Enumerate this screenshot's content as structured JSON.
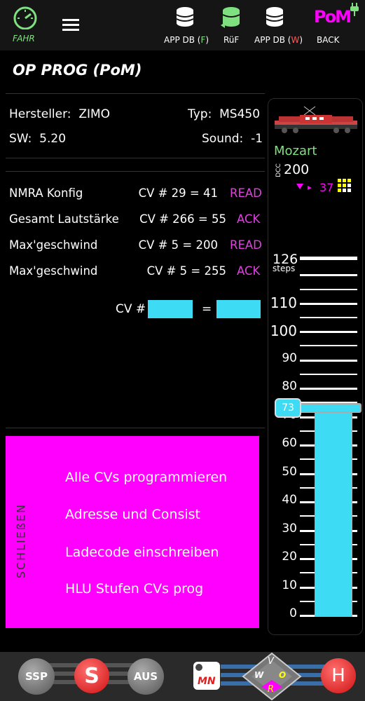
{
  "topbar": {
    "fahr_label": "FAHR",
    "app_db_f_prefix": "APP DB (",
    "app_db_f_suffix": "F",
    "app_db_w_prefix": "APP DB (",
    "app_db_w_suffix": "W",
    "ruf_label": "RüF",
    "back_label": "BACK",
    "pm_logo": "PoM"
  },
  "title": "OP PROG (PoM)",
  "decoder": {
    "hersteller_label": "Hersteller:",
    "hersteller_value": "ZIMO",
    "typ_label": "Typ:",
    "typ_value": "MS450",
    "sw_label": "SW:",
    "sw_value": "5.20",
    "sound_label": "Sound:",
    "sound_value": "-1"
  },
  "cv_rows": [
    {
      "name": "NMRA Konfig",
      "cv": "CV # 29 = 41",
      "status": "READ"
    },
    {
      "name": "Gesamt Lautstärke",
      "cv": "CV # 266 = 55",
      "status": "ACK"
    },
    {
      "name": "Max'geschwind",
      "cv": "CV # 5 = 200",
      "status": "READ"
    },
    {
      "name": "Max'geschwind",
      "cv": "CV # 5 = 255",
      "status": "ACK"
    }
  ],
  "cv_input": {
    "label": "CV #",
    "equals": "="
  },
  "menu": {
    "close_label": "SCHLIEßEN",
    "items": [
      "Alle CVs programmieren",
      "Adresse und Consist",
      "Ladecode einschreiben",
      "HLU Stufen CVs prog"
    ]
  },
  "loco": {
    "name": "Mozart",
    "dcc": "DCC",
    "address": "200",
    "speed_steps_value": "37"
  },
  "throttle": {
    "max_label": "126",
    "steps_label": "steps",
    "scale": [
      "110",
      "100",
      "90",
      "80",
      "70",
      "60",
      "50",
      "40",
      "30",
      "20",
      "10",
      "0"
    ],
    "current": "73",
    "fill_fraction": 0.579
  },
  "bottom": {
    "ssp": "SSP",
    "s": "S",
    "aus": "AUS",
    "mn": "MN",
    "v": "V",
    "w": "W",
    "o": "O",
    "r": "R",
    "h": "H"
  },
  "colors": {
    "magenta": "#ff00ff",
    "cyan": "#3ddcf4",
    "green": "#7fe07f",
    "red": "#ff4040"
  }
}
